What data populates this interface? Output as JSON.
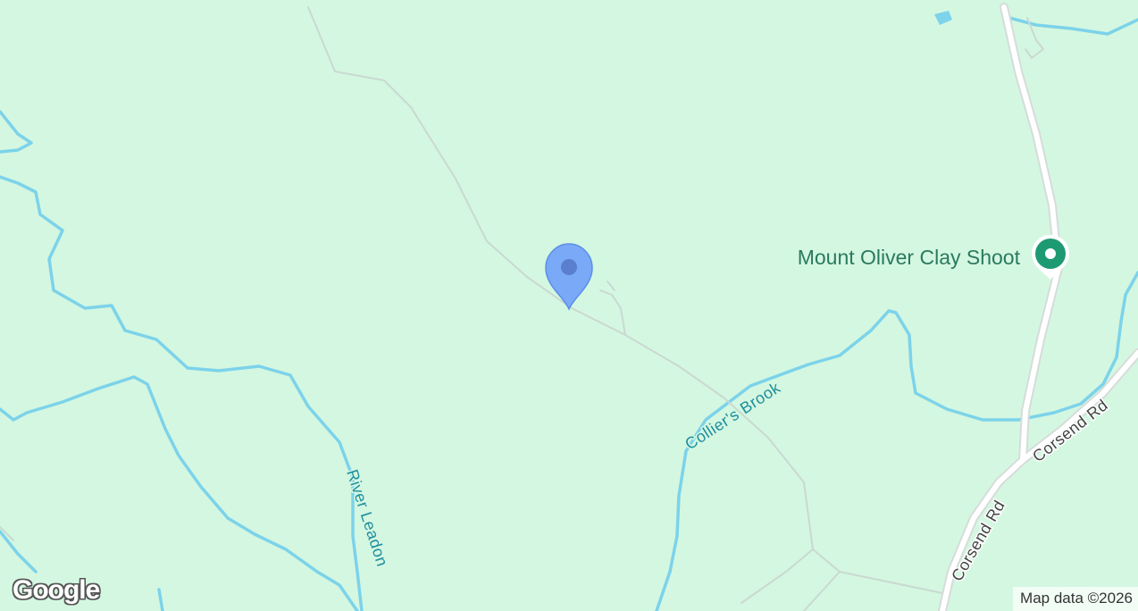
{
  "map": {
    "marker": {
      "name": "location-pin-icon",
      "color": "#7aa9f7"
    },
    "poi": {
      "name": "Mount Oliver Clay Shoot",
      "icon": "place-pin-icon",
      "color": "#1e9a73"
    },
    "water": [
      {
        "name": "Collier's Brook"
      },
      {
        "name": "River Leadon"
      }
    ],
    "roads": [
      {
        "name": "Corsend Rd"
      },
      {
        "name": "Corsend Rd"
      }
    ],
    "branding": {
      "logo": "Google"
    },
    "attribution": "Map data ©2026",
    "colors": {
      "land": "#d4f7e1",
      "water": "#7cd3ea",
      "road": "#ffffff",
      "track": "#c9d9d1"
    }
  }
}
